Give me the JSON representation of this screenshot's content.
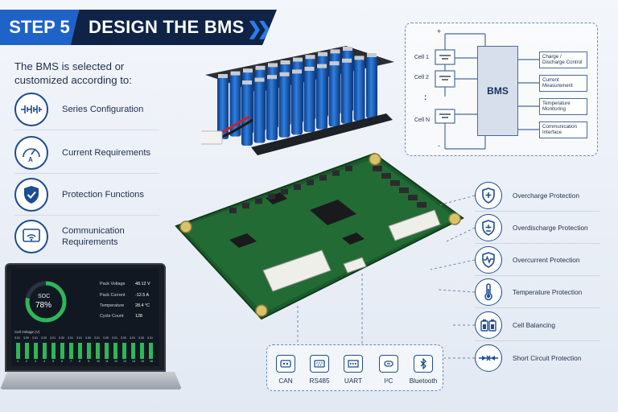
{
  "banner": {
    "step": "STEP 5",
    "title": "DESIGN THE BMS"
  },
  "intro": "The BMS is selected or customized according to:",
  "criteria": [
    {
      "icon": "series-configuration-icon",
      "label": "Series  Configuration"
    },
    {
      "icon": "ammeter-gauge-icon",
      "label": "Current Requirements"
    },
    {
      "icon": "shield-check-icon",
      "label": "Protection Functions"
    },
    {
      "icon": "wireless-communication-icon",
      "label": "Communication Requirements"
    }
  ],
  "schematic": {
    "plus": "+",
    "minus": "-",
    "cells": [
      "Cell 1",
      "Cell 2",
      "Cell N"
    ],
    "ellipsis": ":",
    "bms_label": "BMS",
    "functions": [
      "Charge / Discharge Control",
      "Current Measurement",
      "Temperature Monitoring",
      "Communication Interface"
    ]
  },
  "protections": [
    {
      "icon": "shield-plus-icon",
      "label": "Overcharge Protection"
    },
    {
      "icon": "shield-minus-icon",
      "label": "Overdischarge Protection"
    },
    {
      "icon": "shield-pulse-icon",
      "label": "Overcurrent Protection"
    },
    {
      "icon": "thermometer-icon",
      "label": "Temperature Protection"
    },
    {
      "icon": "cell-balancing-icon",
      "label": "Cell Balancing"
    },
    {
      "icon": "short-circuit-icon",
      "label": "Short Circuit Protection"
    }
  ],
  "comms": [
    {
      "icon": "can-connector-icon",
      "label": "CAN"
    },
    {
      "icon": "rs485-connector-icon",
      "label": "RS485"
    },
    {
      "icon": "uart-connector-icon",
      "label": "UART"
    },
    {
      "icon": "i2c-connector-icon",
      "label": "I²C"
    },
    {
      "icon": "bluetooth-icon",
      "label": "Bluetooth"
    }
  ],
  "dashboard": {
    "soc_label": "SOC",
    "soc_value": "78%",
    "soc_fraction": 0.78,
    "metrics": [
      {
        "label": "Pack Voltage",
        "value": "48.12 V"
      },
      {
        "label": "Pack Current",
        "value": "-12.5 A"
      },
      {
        "label": "Temperature",
        "value": "28.4 °C"
      },
      {
        "label": "Cycle Count",
        "value": "128"
      }
    ],
    "cell_voltage_title": "Cell Voltage (V)",
    "cell_voltages": [
      "3.01",
      "3.00",
      "3.01",
      "3.00",
      "3.01",
      "3.00",
      "3.01",
      "3.01",
      "3.00",
      "3.01",
      "3.00",
      "3.01",
      "3.00",
      "3.01",
      "3.00",
      "3.01"
    ],
    "cell_indices": [
      "1",
      "2",
      "3",
      "4",
      "5",
      "6",
      "7",
      "8",
      "9",
      "10",
      "11",
      "12",
      "13",
      "14",
      "15",
      "16"
    ],
    "accent": "#2fb65a"
  },
  "colors": {
    "brand_blue": "#1e63c8",
    "navy": "#0f2347",
    "line": "#4a6a9a"
  }
}
